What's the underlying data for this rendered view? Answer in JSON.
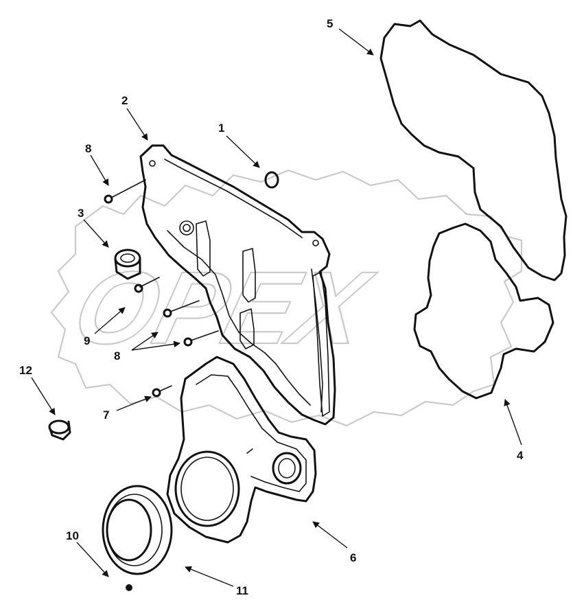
{
  "watermark": {
    "text": "OPEX"
  },
  "callouts": {
    "c1": "1",
    "c2": "2",
    "c3": "3",
    "c4": "4",
    "c5": "5",
    "c6": "6",
    "c7": "7",
    "c8a": "8",
    "c8b": "8",
    "c9": "9",
    "c10": "10",
    "c11": "11",
    "c12": "12"
  }
}
